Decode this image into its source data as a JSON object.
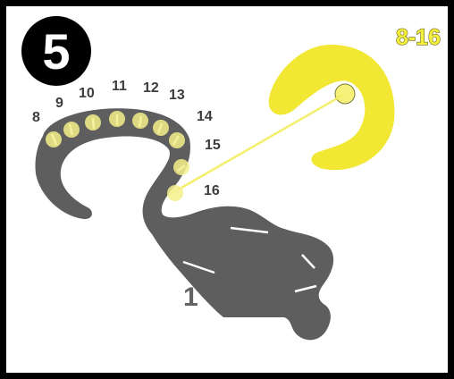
{
  "step": {
    "number": "5"
  },
  "range_label": "8-16",
  "part_label": "1",
  "positions": [
    "8",
    "9",
    "10",
    "11",
    "12",
    "13",
    "14",
    "15",
    "16"
  ],
  "colors": {
    "border": "#000000",
    "hook_part": "#5e5e5e",
    "yellow_piece": "#f2e833",
    "highlight": "#f4f08a",
    "text": "#3c3c3c"
  }
}
